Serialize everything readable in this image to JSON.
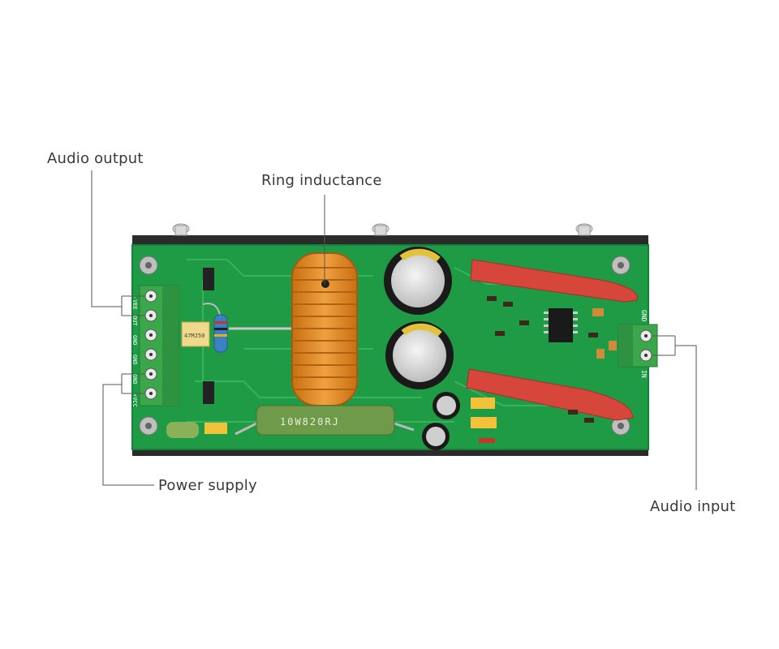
{
  "callouts": {
    "audio_output": "Audio output",
    "ring_inductance": "Ring inductance",
    "power_supply": "Power supply",
    "audio_input": "Audio input"
  },
  "board_markings": {
    "terminal_left": [
      "-VEE",
      "OUT",
      "GND",
      "GND",
      "GND",
      "+VCC"
    ],
    "terminal_right": [
      "GND",
      "IN"
    ],
    "resistor_small": "47MJ50",
    "resistor_power": "10W820RJ"
  },
  "colors": {
    "pcb": "#1f9a45",
    "terminal": "#3aa84a",
    "inductor": "#e08a1e",
    "heat_shrink": "#d7463a",
    "power_resistor": "#6f9a4a"
  }
}
